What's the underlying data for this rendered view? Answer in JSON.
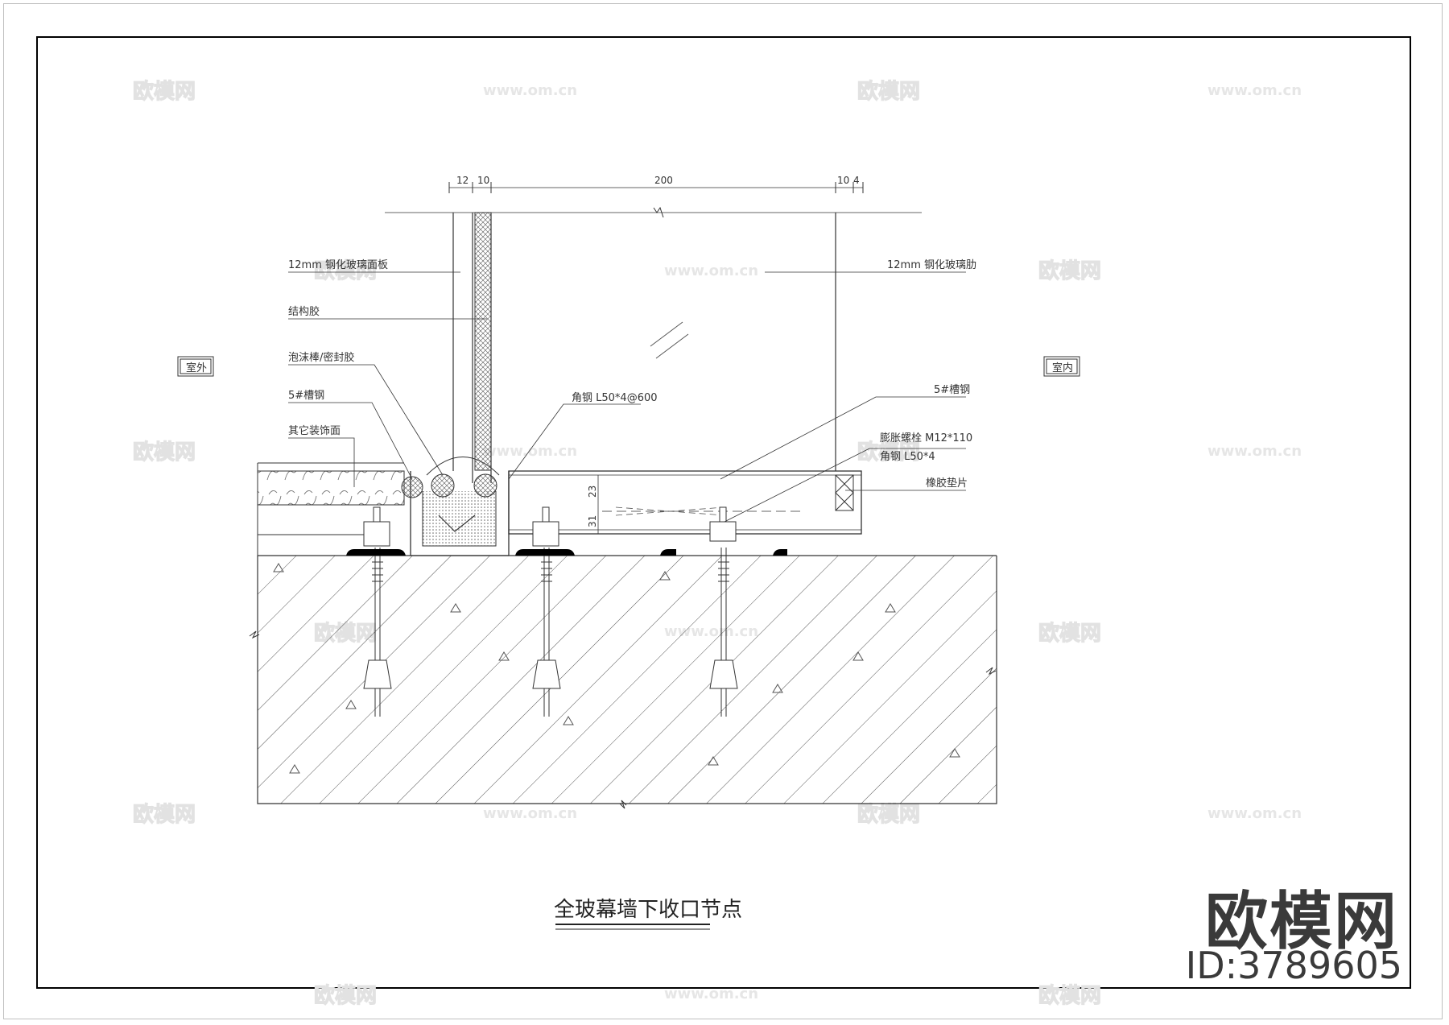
{
  "drawing": {
    "title": "全玻幕墙下收口节点",
    "side_labels": {
      "outside": "室外",
      "inside": "室内"
    },
    "dimensions": [
      "12",
      "10",
      "200",
      "10",
      "4",
      "23",
      "31"
    ],
    "callouts": {
      "glass_panel": "12mm 钢化玻璃面板",
      "glass_fin": "12mm 钢化玻璃肋",
      "structural_sealant": "结构胶",
      "foam_rod": "泡沫棒/密封胶",
      "channel_left": "5#槽钢",
      "finish": "其它装饰面",
      "angle_steel": "角钢 L50*4@600",
      "channel_right": "5#槽钢",
      "anchor_bolt": "膨胀螺栓 M12*110",
      "angle_steel_2": "角钢 L50*4",
      "rubber_pad": "橡胶垫片"
    }
  },
  "brand": {
    "name": "欧模网",
    "id": "ID:3789605"
  },
  "watermarks": {
    "logo": "欧模网",
    "url": "www.om.cn"
  }
}
